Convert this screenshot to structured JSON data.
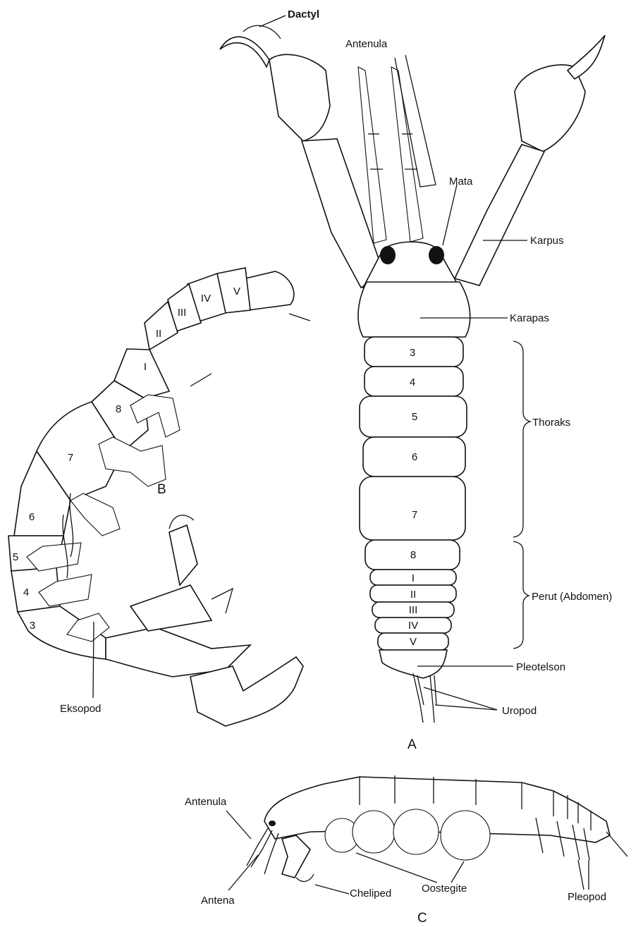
{
  "panel_a": {
    "panel_letter": "A",
    "labels": {
      "dactyl": "Dactyl",
      "antenula": "Antenula",
      "mata": "Mata",
      "karpus": "Karpus",
      "karapas": "Karapas",
      "thoraks": "Thoraks",
      "perut": "Perut (Abdomen)",
      "pleotelson": "Pleotelson",
      "uropod": "Uropod"
    },
    "thorax_segments": [
      "3",
      "4",
      "5",
      "6",
      "7",
      "8"
    ],
    "abdomen_segments": [
      "I",
      "II",
      "III",
      "IV",
      "V"
    ]
  },
  "panel_b": {
    "panel_letter": "B",
    "labels": {
      "eksopod": "Eksopod"
    },
    "segment_numbers": [
      "3",
      "4",
      "5",
      "6",
      "7",
      "8"
    ],
    "abdomen_numerals": [
      "I",
      "II",
      "III",
      "IV",
      "V"
    ]
  },
  "panel_c": {
    "panel_letter": "C",
    "labels": {
      "antenula": "Antenula",
      "antena": "Antena",
      "cheliped": "Cheliped",
      "oostegite": "Oostegite",
      "pleopod": "Pleopod"
    }
  }
}
